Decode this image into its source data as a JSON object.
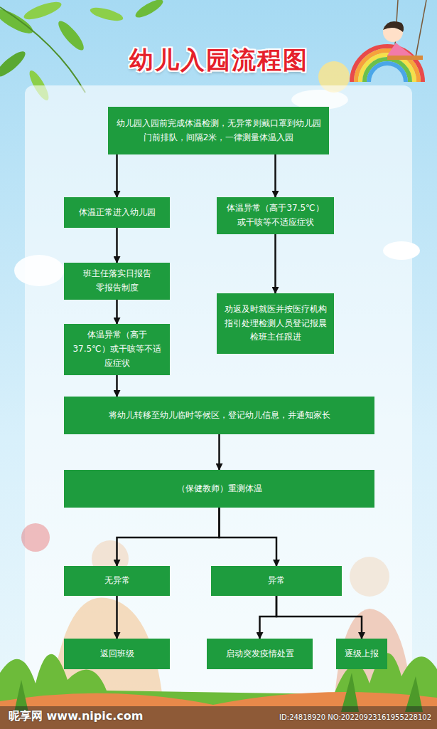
{
  "diagram": {
    "title": "幼儿入园流程图",
    "nodes": [
      {
        "text": [
          "幼儿园入园前完成体温检测，无异常则戴口罩到幼儿园门前排队，间隔2米，一律测量体温入园"
        ]
      },
      {
        "text": [
          "体温正常进入幼儿园"
        ]
      },
      {
        "text": [
          "体温异常（高于37.5℃）或干咳等不适应症状"
        ]
      },
      {
        "text": [
          "班主任落实日报告 零报告制度"
        ]
      },
      {
        "text": [
          "劝返及时就医并按医疗机构指引处理检测人员登记报晨检班主任跟进"
        ]
      },
      {
        "text": [
          "体温异常（高于37.5℃）或干咳等不适应症状"
        ]
      },
      {
        "text": [
          "将幼儿转移至幼儿临时等候区，登记幼儿信息，并通知家长"
        ]
      },
      {
        "text": [
          "（保健教师）重测体温"
        ]
      },
      {
        "text": [
          "无异常"
        ]
      },
      {
        "text": [
          "异常"
        ]
      },
      {
        "text": [
          "返回班级"
        ]
      },
      {
        "text": [
          "启动突发疫情处置"
        ]
      },
      {
        "text": [
          "逐级上报"
        ]
      }
    ],
    "edges": [
      {
        "from": 0,
        "to": 1,
        "arrow": "to"
      },
      {
        "from": 0,
        "to": 2,
        "arrow": "to"
      },
      {
        "from": 1,
        "to": 3,
        "arrow": "to"
      },
      {
        "from": 3,
        "to": 5,
        "arrow": "to"
      },
      {
        "from": 2,
        "to": 4,
        "arrow": "to"
      },
      {
        "from": 5,
        "to": 6,
        "arrow": "to"
      },
      {
        "from": 6,
        "to": 7,
        "arrow": "to"
      },
      {
        "from": 7,
        "to": 8,
        "arrow": "to"
      },
      {
        "from": 7,
        "to": 9,
        "arrow": "to"
      },
      {
        "from": 8,
        "to": 10,
        "arrow": "to"
      },
      {
        "from": 9,
        "to": 11,
        "arrow": "to"
      },
      {
        "from": 9,
        "to": 12,
        "arrow": "to"
      }
    ],
    "labels": [
      "昵享网 www.nipic.com",
      "ID:24818920 NO:20220923161955228102"
    ]
  }
}
